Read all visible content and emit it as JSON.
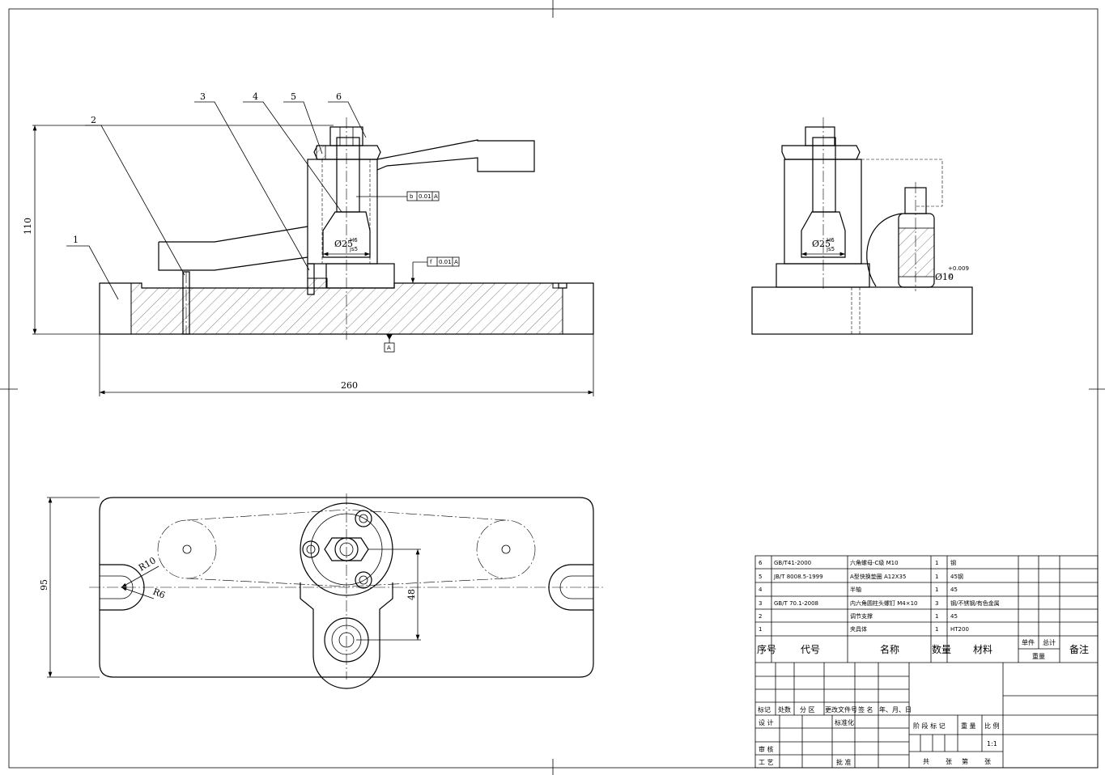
{
  "dimensions": {
    "height_110": "110",
    "length_260": "260",
    "width_95": "95",
    "offset_48": "48",
    "bore_front": "Ø25",
    "fit_upper": "H6",
    "fit_lower": "js5",
    "bore_side": "Ø25",
    "pin_dia": "Ø10",
    "pin_tol_upper": "+0.009",
    "pin_tol_lower": "0",
    "radius_10": "R10",
    "radius_6": "R6"
  },
  "tolerances": {
    "perp": {
      "symbol": "b",
      "value": "0.01",
      "datum": "A"
    },
    "flat": {
      "symbol": "f",
      "value": "0.01",
      "datum": "A"
    },
    "datum_label": "A"
  },
  "balloons": [
    "1",
    "2",
    "3",
    "4",
    "5",
    "6"
  ],
  "bom": {
    "rows": [
      {
        "no": "6",
        "code": "GB/T41-2000",
        "name": "六角螺母-C级 M10",
        "qty": "1",
        "material": "钢"
      },
      {
        "no": "5",
        "code": "JB/T 8008.5-1999",
        "name": "A型快换垫圈 A12X35",
        "qty": "1",
        "material": "45钢"
      },
      {
        "no": "4",
        "code": "",
        "name": "半轴",
        "qty": "1",
        "material": "45"
      },
      {
        "no": "3",
        "code": "GB/T 70.1-2008",
        "name": "内六角圆柱头螺钉 M4×10",
        "qty": "3",
        "material": "钢/不锈钢/有色金属"
      },
      {
        "no": "2",
        "code": "",
        "name": "调节支撑",
        "qty": "1",
        "material": "45"
      },
      {
        "no": "1",
        "code": "",
        "name": "夹具体",
        "qty": "1",
        "material": "HT200"
      }
    ],
    "header": {
      "no": "序号",
      "code": "代号",
      "name": "名称",
      "qty": "数量",
      "material": "材料",
      "unit": "单件",
      "total": "总计",
      "weight": "重量",
      "remark": "备注"
    }
  },
  "title_block": {
    "mark": "标记",
    "count": "处数",
    "zone": "分 区",
    "change_doc": "更改文件号",
    "sign": "签 名",
    "date": "年、月、日",
    "design": "设 计",
    "standard": "标准化",
    "stage_mark": "阶 段 标 记",
    "weight": "重 量",
    "scale_label": "比 例",
    "scale": "1:1",
    "review": "审 核",
    "process": "工 艺",
    "approve": "批 准",
    "sheets": "共",
    "sheets_unit": "张",
    "sheet_no": "第",
    "sheet_unit": "张"
  }
}
